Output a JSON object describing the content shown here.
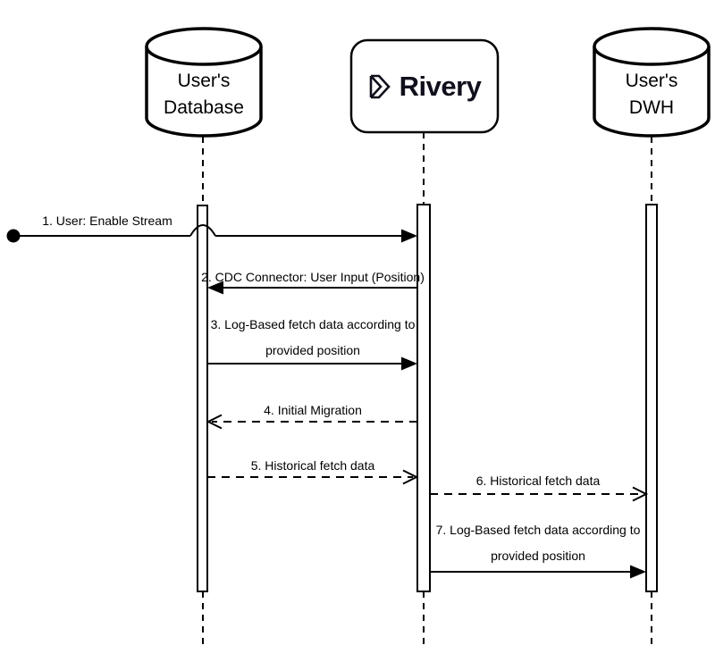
{
  "actors": {
    "database": {
      "line1": "User's",
      "line2": "Database",
      "shape": "database-cylinder"
    },
    "rivery": {
      "name": "Rivery",
      "shape": "rounded-box",
      "logo": "rivery-logo"
    },
    "dwh": {
      "line1": "User's",
      "line2": "DWH",
      "shape": "database-cylinder"
    }
  },
  "messages": {
    "m1": {
      "text": "1. User: Enable Stream",
      "from": "user",
      "to": "rivery",
      "style": "solid",
      "arrow": "filled"
    },
    "m2": {
      "text": "2. CDC Connector: User Input (Position)",
      "from": "rivery",
      "to": "database",
      "style": "solid",
      "arrow": "filled"
    },
    "m3": {
      "line1": "3. Log-Based fetch data according to",
      "line2": "provided position",
      "from": "database",
      "to": "rivery",
      "style": "solid",
      "arrow": "filled"
    },
    "m4": {
      "text": "4. Initial Migration",
      "from": "rivery",
      "to": "database",
      "style": "dashed",
      "arrow": "open"
    },
    "m5": {
      "text": "5. Historical fetch data",
      "from": "database",
      "to": "rivery",
      "style": "dashed",
      "arrow": "open"
    },
    "m6": {
      "text": "6. Historical fetch data",
      "from": "rivery",
      "to": "dwh",
      "style": "dashed",
      "arrow": "open"
    },
    "m7": {
      "line1": "7. Log-Based fetch data according to",
      "line2": "provided position",
      "from": "rivery",
      "to": "dwh",
      "style": "solid",
      "arrow": "filled"
    }
  },
  "colors": {
    "stroke": "#000000",
    "background": "#ffffff",
    "text": "#000000",
    "rivery_brand": "#10101c"
  }
}
